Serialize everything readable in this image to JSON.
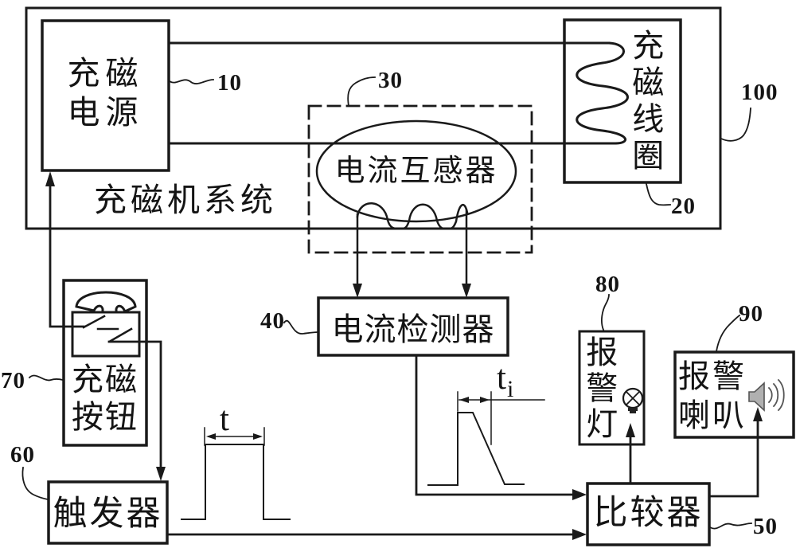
{
  "diagram": {
    "system_label": "充磁机系统",
    "system_ref": "100",
    "blocks": {
      "power": {
        "label": "充磁\n电源",
        "ref": "10"
      },
      "coil": {
        "label": "充磁线圈",
        "ref": "20"
      },
      "transformer": {
        "label": "电流互感器",
        "ref": "30"
      },
      "detector": {
        "label": "电流检测器",
        "ref": "40"
      },
      "comparator": {
        "label": "比较器",
        "ref": "50"
      },
      "trigger": {
        "label": "触发器",
        "ref": "60"
      },
      "button": {
        "label": "充磁\n按钮",
        "ref": "70"
      },
      "alarm_lamp": {
        "label": "报警灯",
        "ref": "80"
      },
      "alarm_horn": {
        "label": "报警喇叭",
        "ref": "90"
      }
    },
    "waveforms": {
      "trigger_pulse_label": "t",
      "detected_pulse_label_main": "t",
      "detected_pulse_label_sub": "i"
    },
    "icons": {
      "push_button": "push-button-icon",
      "switch_contacts": "switch-contacts-icon",
      "inductor_coil": "inductor-coil-icon",
      "lamp_bulb": "lamp-bulb-icon",
      "speaker": "speaker-icon"
    }
  },
  "colors": {
    "ink": "#1a1a1a",
    "paper": "#ffffff",
    "speaker_fill": "#b0b0b0"
  }
}
